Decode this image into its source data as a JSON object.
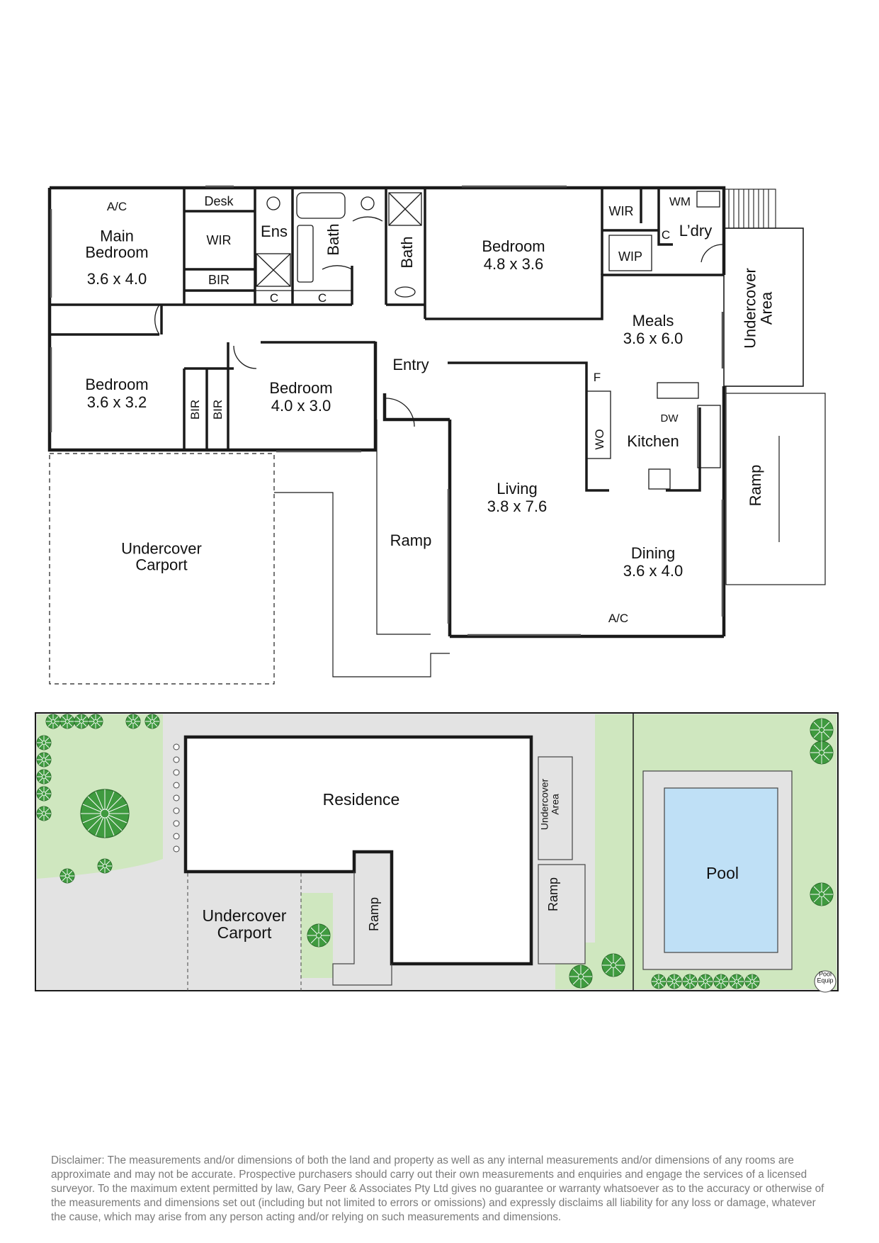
{
  "floorplan": {
    "rooms": [
      {
        "id": "main-bedroom",
        "name": "Main\nBedroom",
        "dims": "3.6 x 4.0"
      },
      {
        "id": "bedroom-nw",
        "name": "Bedroom",
        "dims": "3.6 x 3.2"
      },
      {
        "id": "bedroom-mid",
        "name": "Bedroom",
        "dims": "4.0 x 3.0"
      },
      {
        "id": "bedroom-ne",
        "name": "Bedroom",
        "dims": "4.8 x 3.6"
      },
      {
        "id": "meals",
        "name": "Meals",
        "dims": "3.6 x 6.0"
      },
      {
        "id": "living",
        "name": "Living",
        "dims": "3.8 x 7.6"
      },
      {
        "id": "dining",
        "name": "Dining",
        "dims": "3.6 x 4.0"
      }
    ],
    "labels": {
      "ac_top": "A/C",
      "desk": "Desk",
      "wir1": "WIR",
      "bir1": "BIR",
      "ens": "Ens",
      "bath1": "Bath",
      "bath2": "Bath",
      "c1": "C",
      "c2": "C",
      "c3": "C",
      "wir2": "WIR",
      "wip": "WIP",
      "wm": "WM",
      "laundry": "L’dry",
      "undercover_area": "Undercover\nArea",
      "entry": "Entry",
      "f": "F",
      "dw": "DW",
      "wo": "WO",
      "kitchen": "Kitchen",
      "bir2": "BIR",
      "bir3": "BIR",
      "ramp1": "Ramp",
      "ramp2": "Ramp",
      "ac_bottom": "A/C",
      "carport": "Undercover\nCarport"
    }
  },
  "siteplan": {
    "residence": "Residence",
    "undercover_area": "Undercover\nArea",
    "ramp_east": "Ramp",
    "ramp_west": "Ramp",
    "carport": "Undercover\nCarport",
    "pool": "Pool",
    "pool_equip": "Pool\nEquip"
  },
  "disclaimer": "Disclaimer: The measurements and/or dimensions of both the land and property as well as any internal measurements and/or dimensions of any rooms are approximate and may not be accurate. Prospective purchasers should carry out their own measurements and enquiries and engage the services of a licensed surveyor. To the maximum extent permitted by law, Gary Peer & Associates Pty Ltd gives no guarantee or warranty whatsoever as to the accuracy or otherwise of the measurements and dimensions set out (including but not limited to errors or omissions) and expressly disclaims all liability for any loss or damage, whatever the cause, which may arise from any person acting and/or relying on such measurements and dimensions.",
  "colors": {
    "wall": "#1a1a1a",
    "lawn": "#cfe7bf",
    "paving": "#e3e3e3",
    "pool": "#bfe0f6",
    "tree": "#3a8f3a"
  }
}
